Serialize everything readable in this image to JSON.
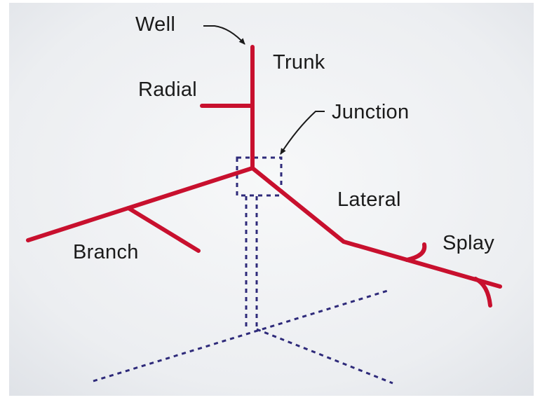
{
  "diagram": {
    "labels": {
      "well": "Well",
      "trunk": "Trunk",
      "radial": "Radial",
      "junction": "Junction",
      "lateral": "Lateral",
      "splay": "Splay",
      "branch": "Branch"
    },
    "colors": {
      "well_path": "#c8102e",
      "reference_dotted": "#2e2a7a",
      "label_text": "#1a1a1a",
      "pointer_arrow": "#1a1a1a",
      "background_center": "#f6f7f8",
      "background_edge": "#e3e6ea"
    }
  }
}
